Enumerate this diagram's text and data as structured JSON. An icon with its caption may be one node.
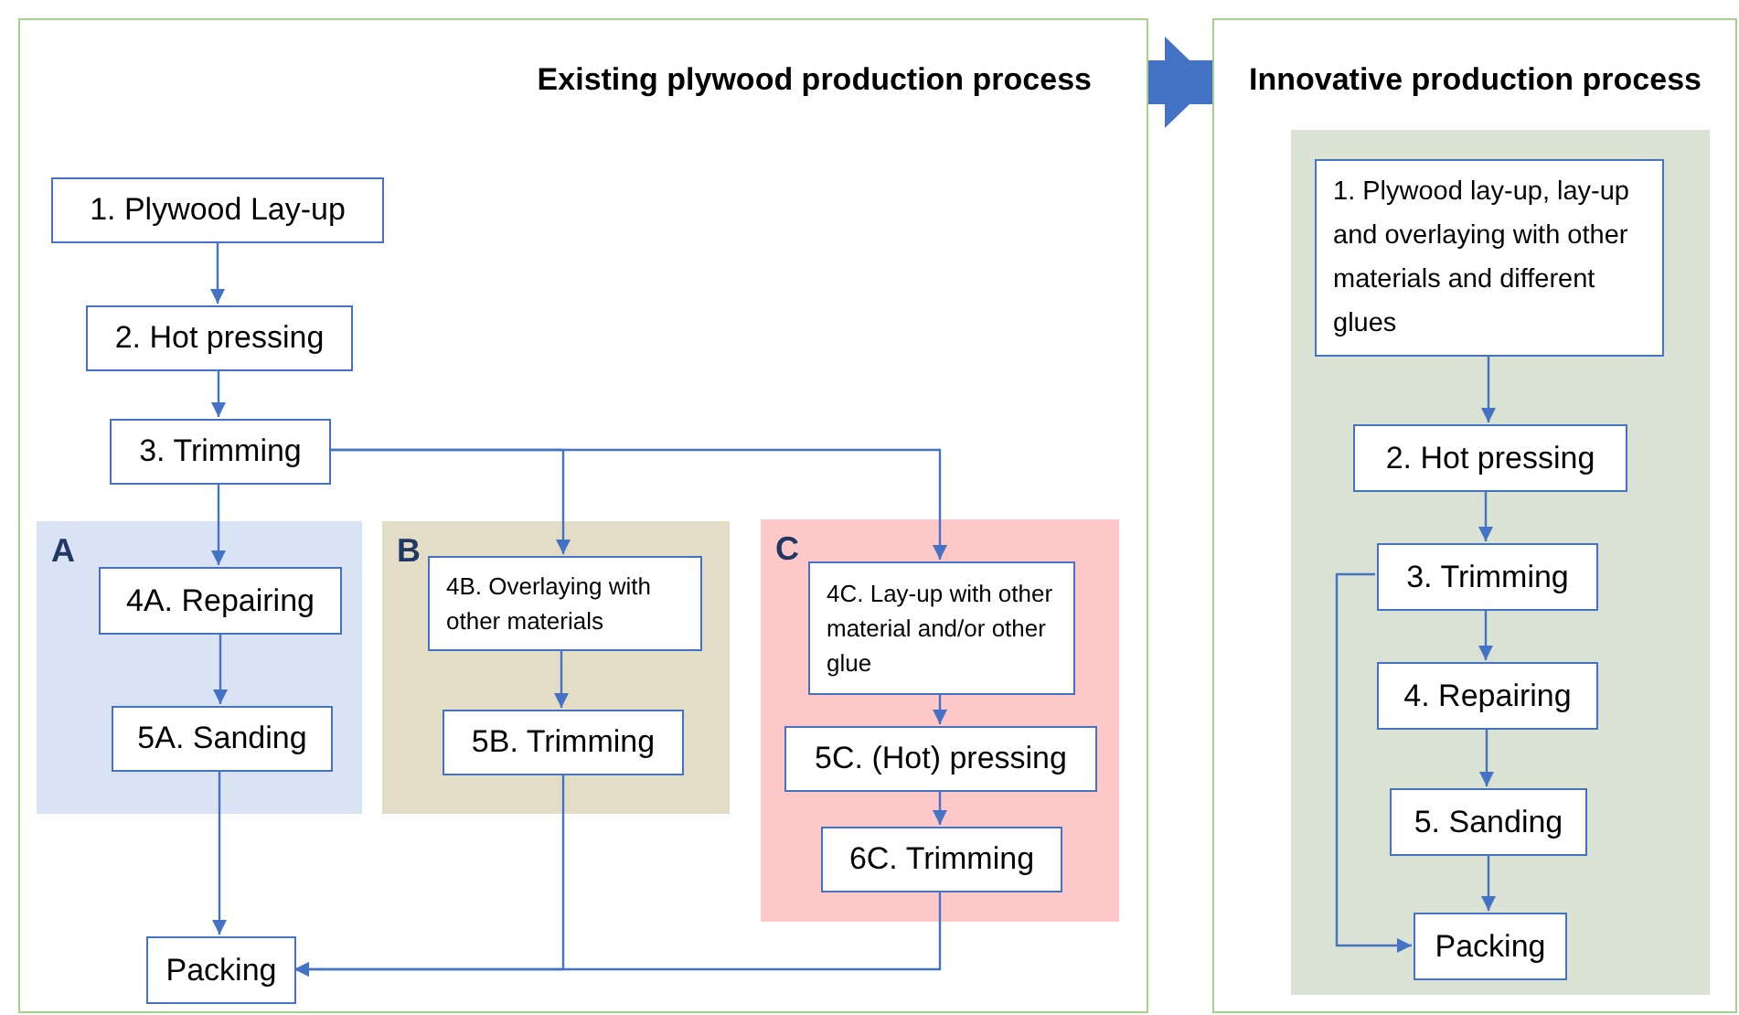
{
  "diagram": {
    "nodes": [
      {
        "text": [
          "Existing plywood production process"
        ]
      },
      {
        "text": [
          "Innovative production process"
        ]
      },
      {
        "text": [
          "1. Plywood Lay-up"
        ],
        "in": 0
      },
      {
        "text": [
          "2. Hot pressing"
        ],
        "in": 0
      },
      {
        "text": [
          "3. Trimming"
        ],
        "in": 0
      },
      {
        "text": [
          "A"
        ],
        "in": 0
      },
      {
        "text": [
          "4A. Repairing"
        ],
        "in": 5
      },
      {
        "text": [
          "5A. Sanding"
        ],
        "in": 5
      },
      {
        "text": [
          "B"
        ],
        "in": 0
      },
      {
        "text": [
          "4B. Overlaying with other materials"
        ],
        "in": 8
      },
      {
        "text": [
          "5B. Trimming"
        ],
        "in": 8
      },
      {
        "text": [
          "C"
        ],
        "in": 0
      },
      {
        "text": [
          "4C. Lay-up with other material and/or other glue"
        ],
        "in": 11
      },
      {
        "text": [
          "5C. (Hot) pressing"
        ],
        "in": 11
      },
      {
        "text": [
          "6C. Trimming"
        ],
        "in": 11
      },
      {
        "text": [
          "Packing"
        ],
        "in": 0
      },
      {
        "text": [],
        "shape": "box",
        "in": 1
      },
      {
        "text": [
          "1. Plywood lay-up, lay-up and overlaying with other materials and different glues"
        ],
        "in": 16
      },
      {
        "text": [
          "2. Hot pressing"
        ],
        "in": 16
      },
      {
        "text": [
          "3. Trimming"
        ],
        "in": 16
      },
      {
        "text": [
          "4. Repairing"
        ],
        "in": 16
      },
      {
        "text": [
          "5. Sanding"
        ],
        "in": 16
      },
      {
        "text": [
          "Packing"
        ],
        "in": 16
      }
    ],
    "edges": [
      {
        "from": 0,
        "to": 1,
        "arrow": "to",
        "style": "thick"
      },
      {
        "from": 2,
        "to": 3,
        "arrow": "to"
      },
      {
        "from": 3,
        "to": 4,
        "arrow": "to"
      },
      {
        "from": 4,
        "to": 6,
        "arrow": "to"
      },
      {
        "from": 4,
        "to": 9,
        "arrow": "to"
      },
      {
        "from": 4,
        "to": 12,
        "arrow": "to"
      },
      {
        "from": 6,
        "to": 7,
        "arrow": "to"
      },
      {
        "from": 7,
        "to": 15,
        "arrow": "to"
      },
      {
        "from": 9,
        "to": 10,
        "arrow": "to"
      },
      {
        "from": 10,
        "to": 15,
        "arrow": "to"
      },
      {
        "from": 12,
        "to": 13,
        "arrow": "to"
      },
      {
        "from": 13,
        "to": 14,
        "arrow": "to"
      },
      {
        "from": 14,
        "to": 15,
        "arrow": "to"
      },
      {
        "from": 17,
        "to": 18,
        "arrow": "to"
      },
      {
        "from": 18,
        "to": 19,
        "arrow": "to"
      },
      {
        "from": 19,
        "to": 20,
        "arrow": "to"
      },
      {
        "from": 20,
        "to": 21,
        "arrow": "to"
      },
      {
        "from": 21,
        "to": 22,
        "arrow": "to"
      },
      {
        "from": 19,
        "to": 22,
        "arrow": "to"
      }
    ]
  }
}
